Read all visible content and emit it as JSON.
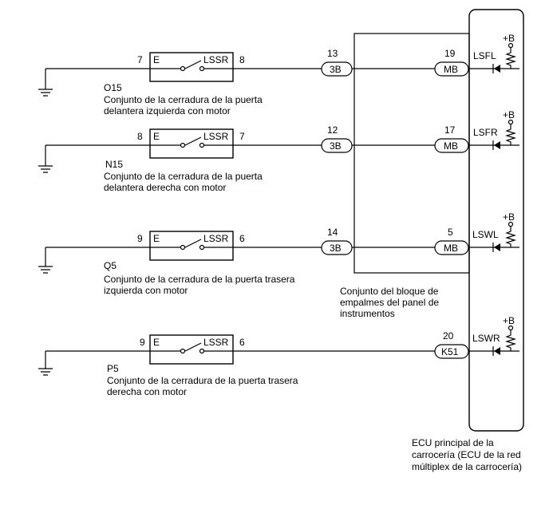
{
  "switches": [
    {
      "ref": "O15",
      "name_lines": [
        "Conjunto de la cerradura de la puerta",
        "delantera izquierda con motor"
      ],
      "pin_left": "7",
      "pin_right": "8",
      "label_e": "E",
      "label_lssr": "LSSR"
    },
    {
      "ref": "N15",
      "name_lines": [
        "Conjunto de la cerradura de la puerta",
        "delantera derecha con motor"
      ],
      "pin_left": "8",
      "pin_right": "7",
      "label_e": "E",
      "label_lssr": "LSSR"
    },
    {
      "ref": "Q5",
      "name_lines": [
        "Conjunto de la cerradura de la puerta trasera",
        "izquierda con motor"
      ],
      "pin_left": "9",
      "pin_right": "6",
      "label_e": "E",
      "label_lssr": "LSSR"
    },
    {
      "ref": "P5",
      "name_lines": [
        "Conjunto de la cerradura de la puerta trasera",
        "derecha con motor"
      ],
      "pin_left": "9",
      "pin_right": "6",
      "label_e": "E",
      "label_lssr": "LSSR"
    }
  ],
  "junction_block": {
    "name_lines": [
      "Conjunto del bloque de",
      "empalmes del panel de",
      "instrumentos"
    ],
    "connectors_in": [
      {
        "pin": "13",
        "code": "3B"
      },
      {
        "pin": "12",
        "code": "3B"
      },
      {
        "pin": "14",
        "code": "3B"
      }
    ]
  },
  "ecu": {
    "name_lines": [
      "ECU principal de la",
      "carrocería (ECU de la red",
      "múltiplex de la carrocería)"
    ],
    "connectors": [
      {
        "pin": "19",
        "code": "MB",
        "signal": "LSFL",
        "supply": "+B"
      },
      {
        "pin": "17",
        "code": "MB",
        "signal": "LSFR",
        "supply": "+B"
      },
      {
        "pin": "5",
        "code": "MB",
        "signal": "LSWL",
        "supply": "+B"
      },
      {
        "pin": "20",
        "code": "K51",
        "signal": "LSWR",
        "supply": "+B"
      }
    ]
  }
}
